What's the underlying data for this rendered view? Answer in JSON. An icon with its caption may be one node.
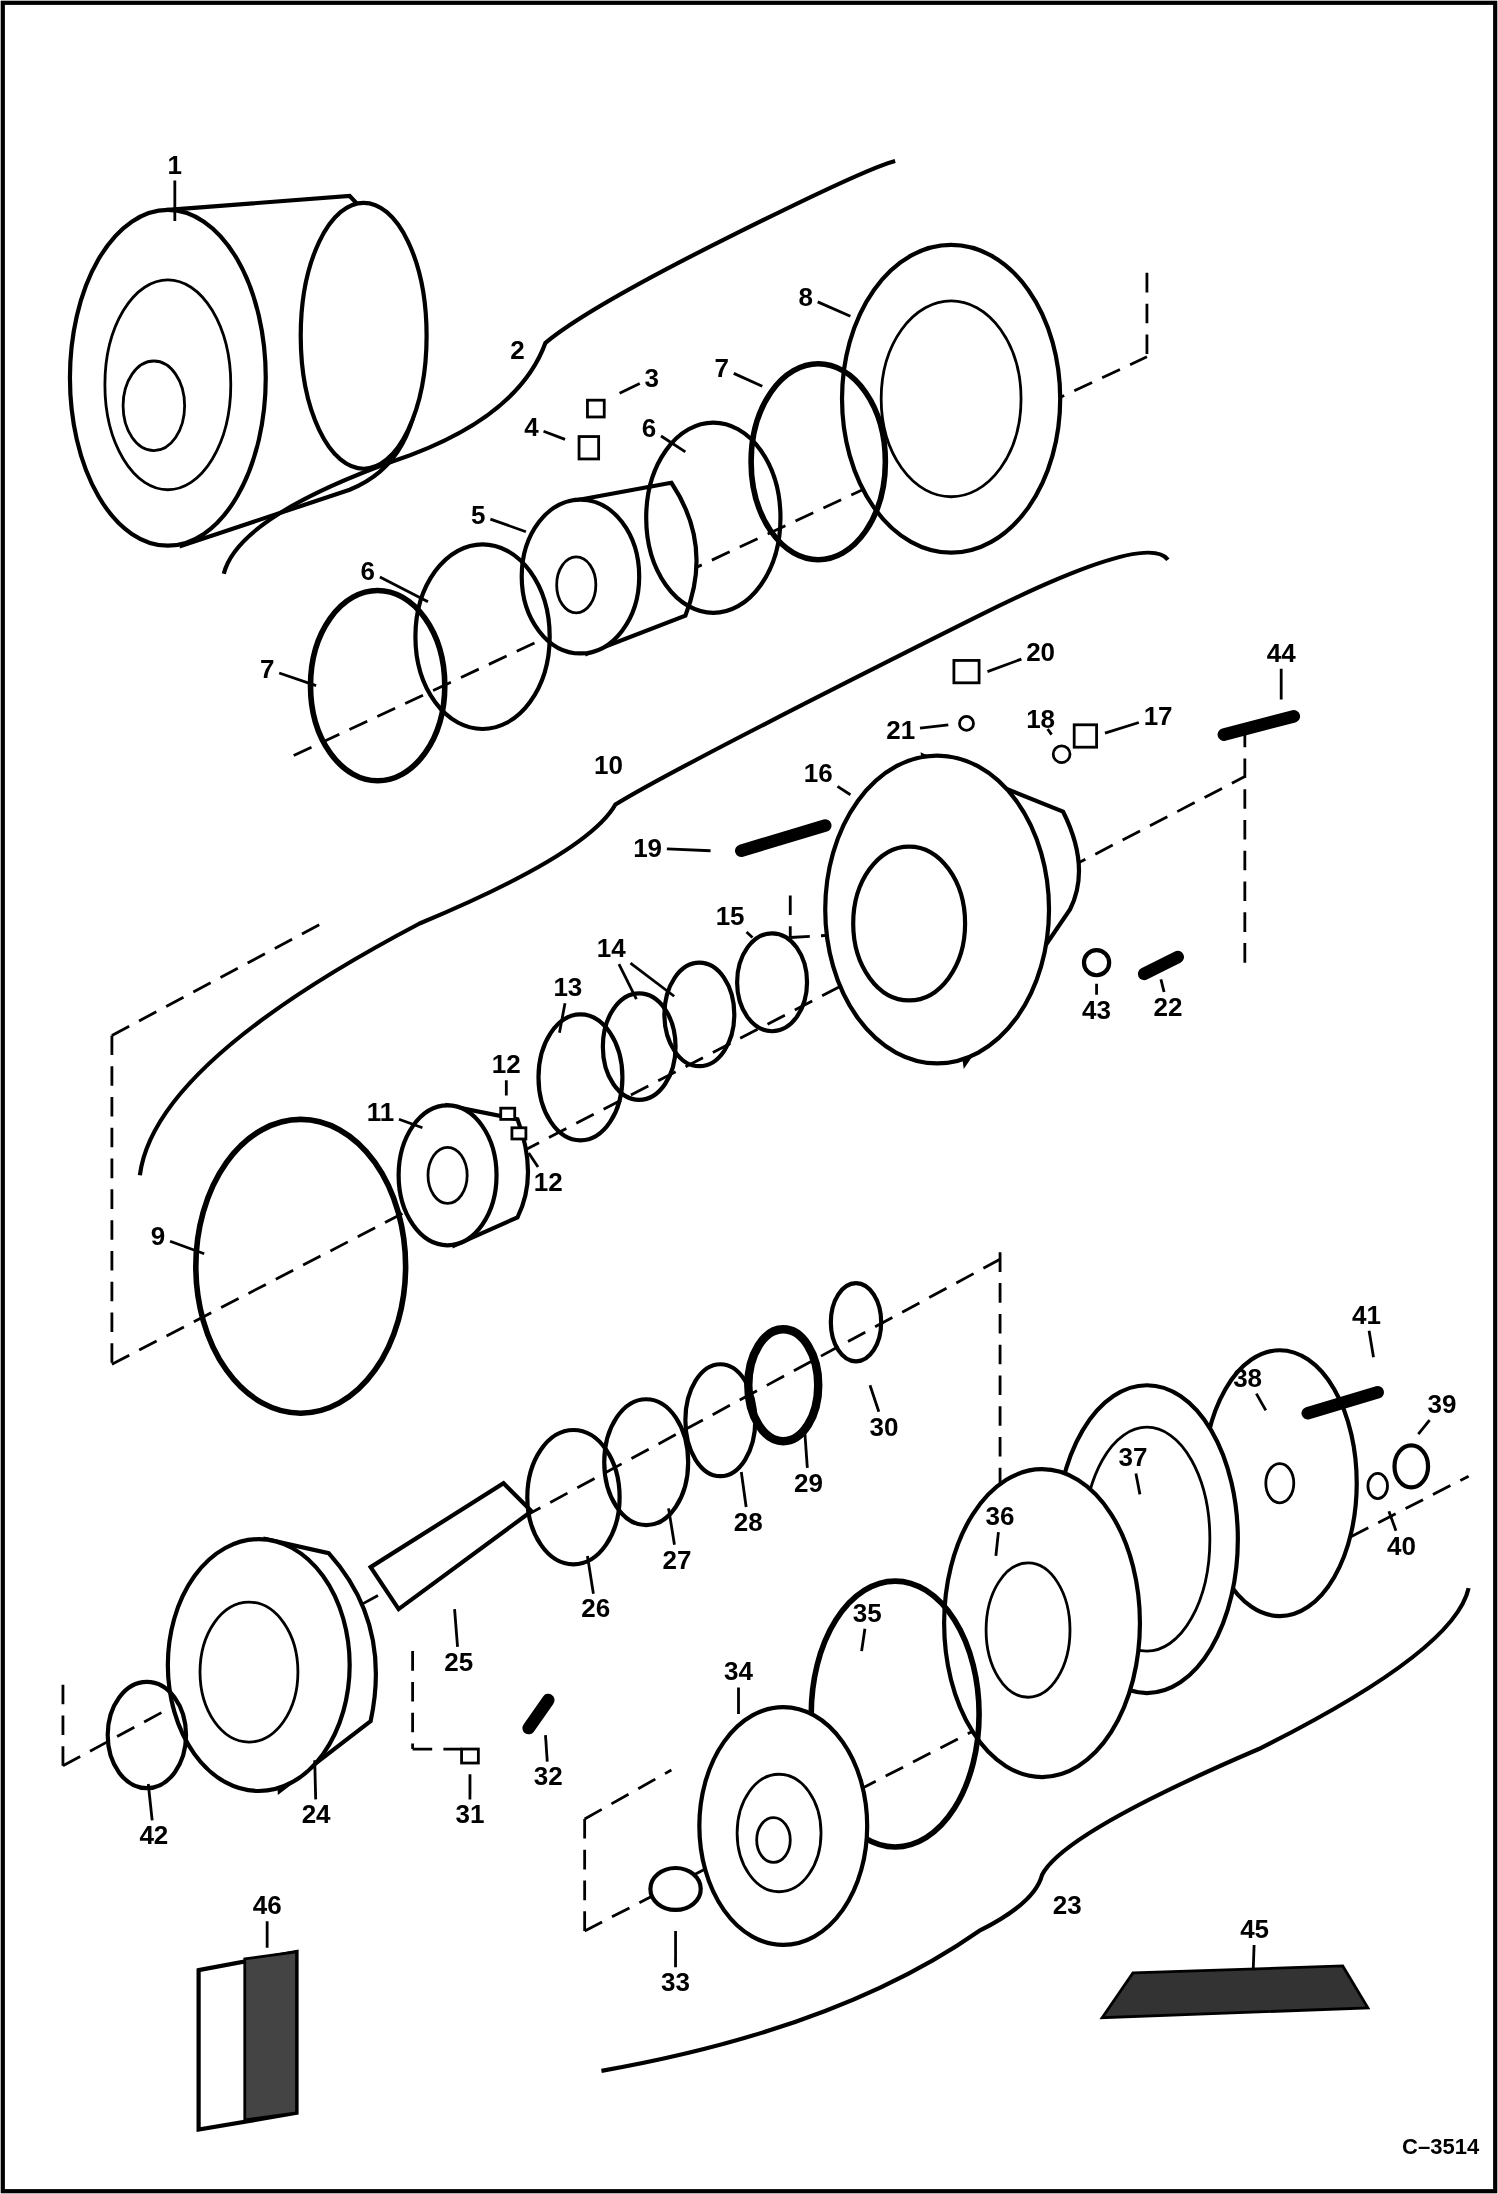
{
  "diagram": {
    "nodes": [
      {
        "text": [
          "1"
        ]
      },
      {
        "text": [
          "8"
        ]
      },
      {
        "text": [
          "7"
        ]
      },
      {
        "text": [
          "3"
        ]
      },
      {
        "text": [
          "6"
        ]
      },
      {
        "text": [
          "4"
        ]
      },
      {
        "text": [
          "5"
        ]
      },
      {
        "text": [
          "6"
        ]
      },
      {
        "text": [
          "7"
        ]
      },
      {
        "text": [
          "20"
        ]
      },
      {
        "text": [
          "44"
        ]
      },
      {
        "text": [
          "21"
        ]
      },
      {
        "text": [
          "18"
        ]
      },
      {
        "text": [
          "17"
        ]
      },
      {
        "text": [
          "16"
        ]
      },
      {
        "text": [
          "19"
        ]
      },
      {
        "text": [
          "14"
        ]
      },
      {
        "text": [
          "15"
        ]
      },
      {
        "text": [
          "13"
        ]
      },
      {
        "text": [
          "22"
        ]
      },
      {
        "text": [
          "43"
        ]
      },
      {
        "text": [
          "12"
        ]
      },
      {
        "text": [
          "11"
        ]
      },
      {
        "text": [
          "12"
        ]
      },
      {
        "text": [
          "9"
        ]
      },
      {
        "text": [
          "41"
        ]
      },
      {
        "text": [
          "38"
        ]
      },
      {
        "text": [
          "39"
        ]
      },
      {
        "text": [
          "37"
        ]
      },
      {
        "text": [
          "30"
        ]
      },
      {
        "text": [
          "29"
        ]
      },
      {
        "text": [
          "28"
        ]
      },
      {
        "text": [
          "27"
        ]
      },
      {
        "text": [
          "36"
        ]
      },
      {
        "text": [
          "40"
        ]
      },
      {
        "text": [
          "26"
        ]
      },
      {
        "text": [
          "25"
        ]
      },
      {
        "text": [
          "35"
        ]
      },
      {
        "text": [
          "34"
        ]
      },
      {
        "text": [
          "32"
        ]
      },
      {
        "text": [
          "24"
        ]
      },
      {
        "text": [
          "31"
        ]
      },
      {
        "text": [
          "42"
        ]
      },
      {
        "text": [
          "46"
        ]
      },
      {
        "text": [
          "45"
        ]
      },
      {
        "text": [
          "33"
        ]
      }
    ],
    "edges": [
      {
        "from": 0,
        "to": null,
        "arrow": "none"
      },
      {
        "from": 1,
        "to": null,
        "arrow": "none"
      },
      {
        "from": 2,
        "to": null,
        "arrow": "none"
      },
      {
        "from": 3,
        "to": null,
        "arrow": "none"
      },
      {
        "from": 4,
        "to": null,
        "arrow": "none"
      },
      {
        "from": 5,
        "to": null,
        "arrow": "none"
      },
      {
        "from": 6,
        "to": null,
        "arrow": "none"
      },
      {
        "from": 7,
        "to": null,
        "arrow": "none"
      },
      {
        "from": 8,
        "to": null,
        "arrow": "none"
      },
      {
        "from": 9,
        "to": null,
        "arrow": "none"
      },
      {
        "from": 10,
        "to": null,
        "arrow": "none"
      },
      {
        "from": 11,
        "to": null,
        "arrow": "none"
      },
      {
        "from": 12,
        "to": null,
        "arrow": "none"
      },
      {
        "from": 13,
        "to": null,
        "arrow": "none"
      },
      {
        "from": 14,
        "to": null,
        "arrow": "none"
      },
      {
        "from": 15,
        "to": null,
        "arrow": "none"
      },
      {
        "from": 16,
        "to": null,
        "arrow": "none"
      },
      {
        "from": 16,
        "to": null,
        "arrow": "none"
      },
      {
        "from": 17,
        "to": null,
        "arrow": "none"
      },
      {
        "from": 18,
        "to": null,
        "arrow": "none"
      },
      {
        "from": 19,
        "to": null,
        "arrow": "none"
      },
      {
        "from": 20,
        "to": null,
        "arrow": "none"
      },
      {
        "from": 21,
        "to": null,
        "arrow": "none"
      },
      {
        "from": 22,
        "to": null,
        "arrow": "none"
      },
      {
        "from": 23,
        "to": null,
        "arrow": "none"
      },
      {
        "from": 24,
        "to": null,
        "arrow": "none"
      },
      {
        "from": 25,
        "to": null,
        "arrow": "none"
      },
      {
        "from": 26,
        "to": null,
        "arrow": "none"
      },
      {
        "from": 27,
        "to": null,
        "arrow": "none"
      },
      {
        "from": 28,
        "to": null,
        "arrow": "none"
      },
      {
        "from": 29,
        "to": null,
        "arrow": "none"
      },
      {
        "from": 30,
        "to": null,
        "arrow": "none"
      },
      {
        "from": 31,
        "to": null,
        "arrow": "none"
      },
      {
        "from": 32,
        "to": null,
        "arrow": "none"
      },
      {
        "from": 33,
        "to": null,
        "arrow": "none"
      },
      {
        "from": 34,
        "to": null,
        "arrow": "none"
      },
      {
        "from": 35,
        "to": null,
        "arrow": "none"
      },
      {
        "from": 36,
        "to": null,
        "arrow": "none"
      },
      {
        "from": 37,
        "to": null,
        "arrow": "none"
      },
      {
        "from": 38,
        "to": null,
        "arrow": "none"
      },
      {
        "from": 39,
        "to": null,
        "arrow": "none"
      },
      {
        "from": 40,
        "to": null,
        "arrow": "none"
      },
      {
        "from": 41,
        "to": null,
        "arrow": "none"
      },
      {
        "from": 42,
        "to": null,
        "arrow": "none"
      },
      {
        "from": 43,
        "to": null,
        "arrow": "none"
      },
      {
        "from": 44,
        "to": null,
        "arrow": "none"
      },
      {
        "from": 45,
        "to": null,
        "arrow": "none"
      }
    ],
    "labels": [
      "2",
      "10",
      "23",
      "C–3514"
    ]
  }
}
